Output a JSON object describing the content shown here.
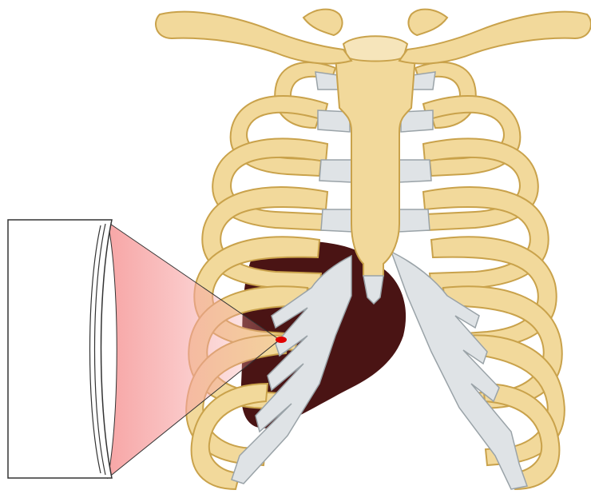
{
  "colors": {
    "background": "#ffffff",
    "bone_fill": "#f2d99b",
    "bone_outline": "#c9a24b",
    "cartilage_fill": "#dfe3e6",
    "cartilage_outline": "#9aa3a8",
    "liver_fill": "#4a1414",
    "ultrasound_beam": "#f7a6a6",
    "needle_target": "#e00000",
    "probe_fill": "#ffffff",
    "probe_outline": "#333333"
  },
  "icons": {
    "clavicle": "clavicle-shape",
    "sternum": "sternum-shape",
    "rib": "rib-shape",
    "costal_cartilage": "costal-cartilage-shape",
    "liver": "liver-shape",
    "probe": "ultrasound-probe-shape",
    "beam": "ultrasound-beam-shape",
    "target": "target-dot"
  }
}
